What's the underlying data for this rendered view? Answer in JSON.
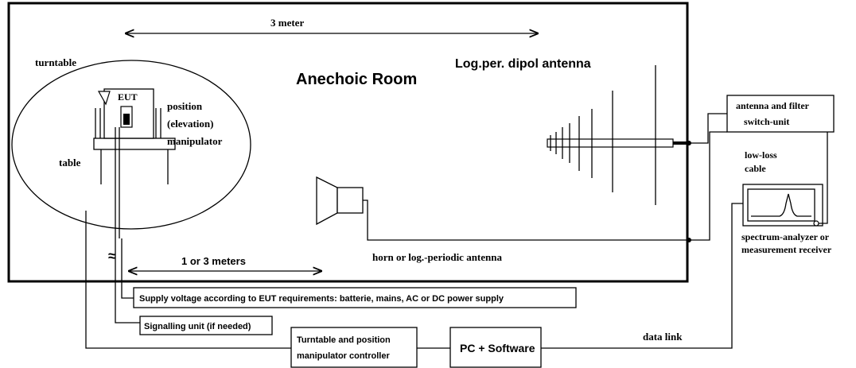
{
  "room": {
    "title": "Anechoic Room"
  },
  "distances": {
    "top": "3 meter",
    "bottom": "1 or 3 meters"
  },
  "labels": {
    "turntable": "turntable",
    "eut": "EUT",
    "position_manipulator": [
      "position",
      "(elevation)",
      "manipulator"
    ],
    "table": "table",
    "dipol_antenna": "Log.per. dipol antenna",
    "horn_antenna": "horn or log.-periodic antenna",
    "low_loss_cable": [
      "low-loss",
      "cable"
    ],
    "spectrum_analyzer": [
      "spectrum-analyzer or",
      "measurement receiver"
    ],
    "data_link": "data link",
    "tilde": "≈"
  },
  "boxes": {
    "switch_unit": [
      "antenna and filter",
      "switch-unit"
    ],
    "supply": "Supply voltage according to EUT requirements: batterie, mains, AC or DC power supply",
    "signalling": "Signalling unit (if needed)",
    "controller": [
      "Turntable and position",
      "manipulator controller"
    ],
    "pc": "PC + Software"
  }
}
